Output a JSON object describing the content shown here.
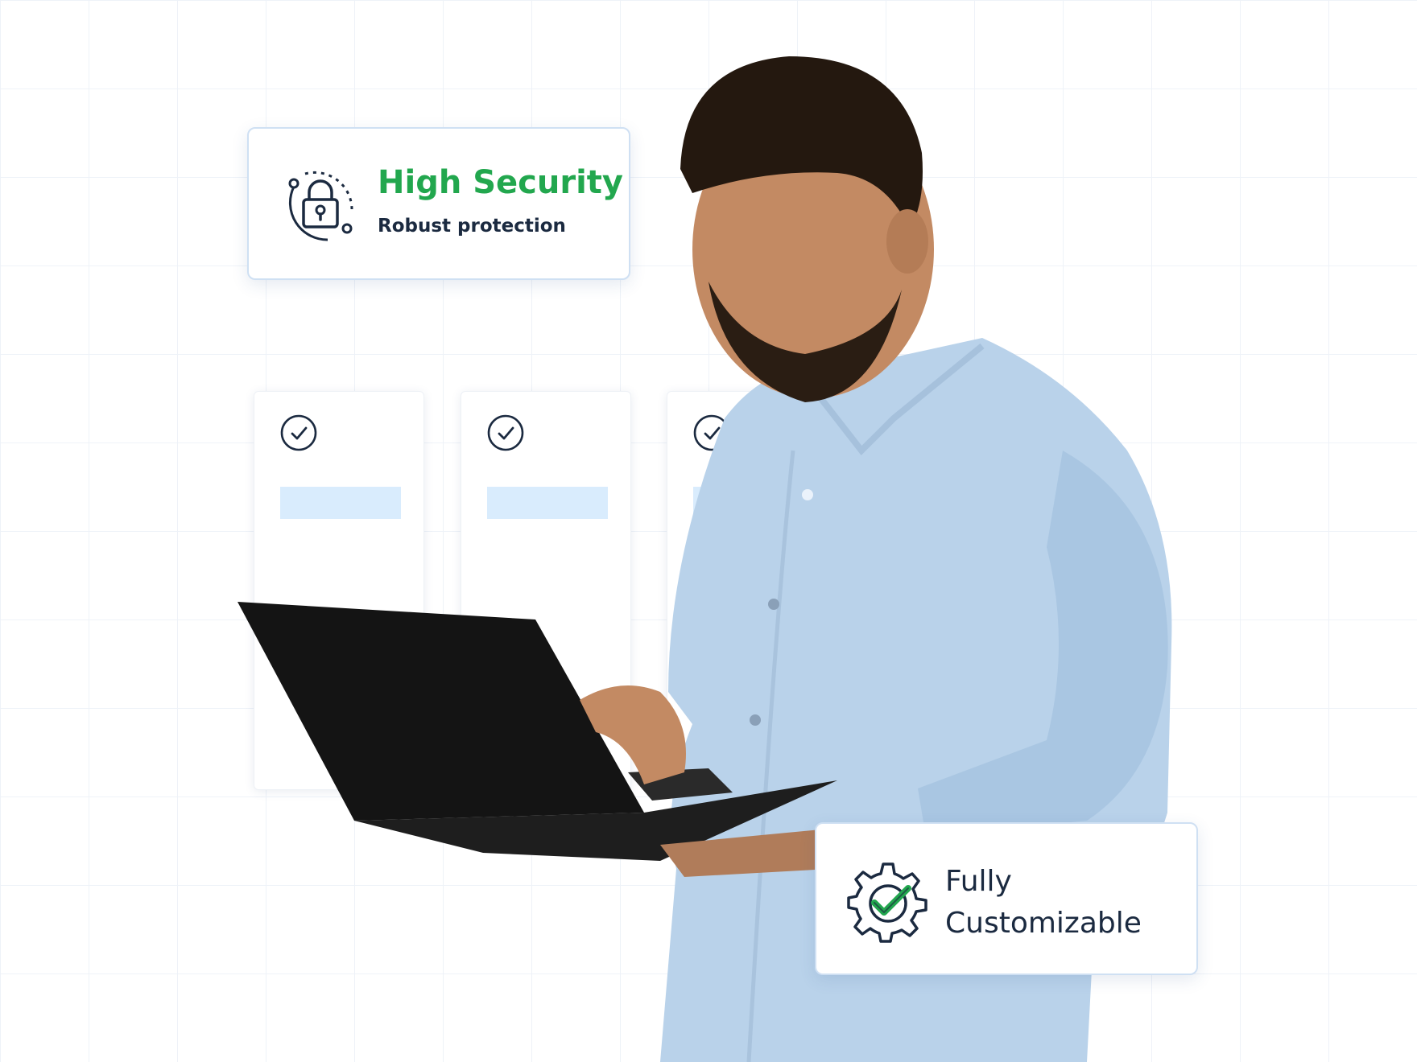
{
  "features": {
    "security": {
      "icon": "lock-icon",
      "title": "High Security",
      "subtitle": "Robust protection",
      "title_color": "#22a74e"
    },
    "customizable": {
      "icon": "gear-check-icon",
      "title": "Fully Customizable",
      "check_color": "#22a74e"
    }
  },
  "placeholder_cards": [
    {
      "icon": "check-circle-icon"
    },
    {
      "icon": "check-circle-icon"
    },
    {
      "icon": "check-circle-icon"
    }
  ],
  "colors": {
    "text_dark": "#1b2a40",
    "accent_green": "#22a74e",
    "card_border": "#cfe0f3",
    "placeholder_bar": "#d9ecfd"
  }
}
